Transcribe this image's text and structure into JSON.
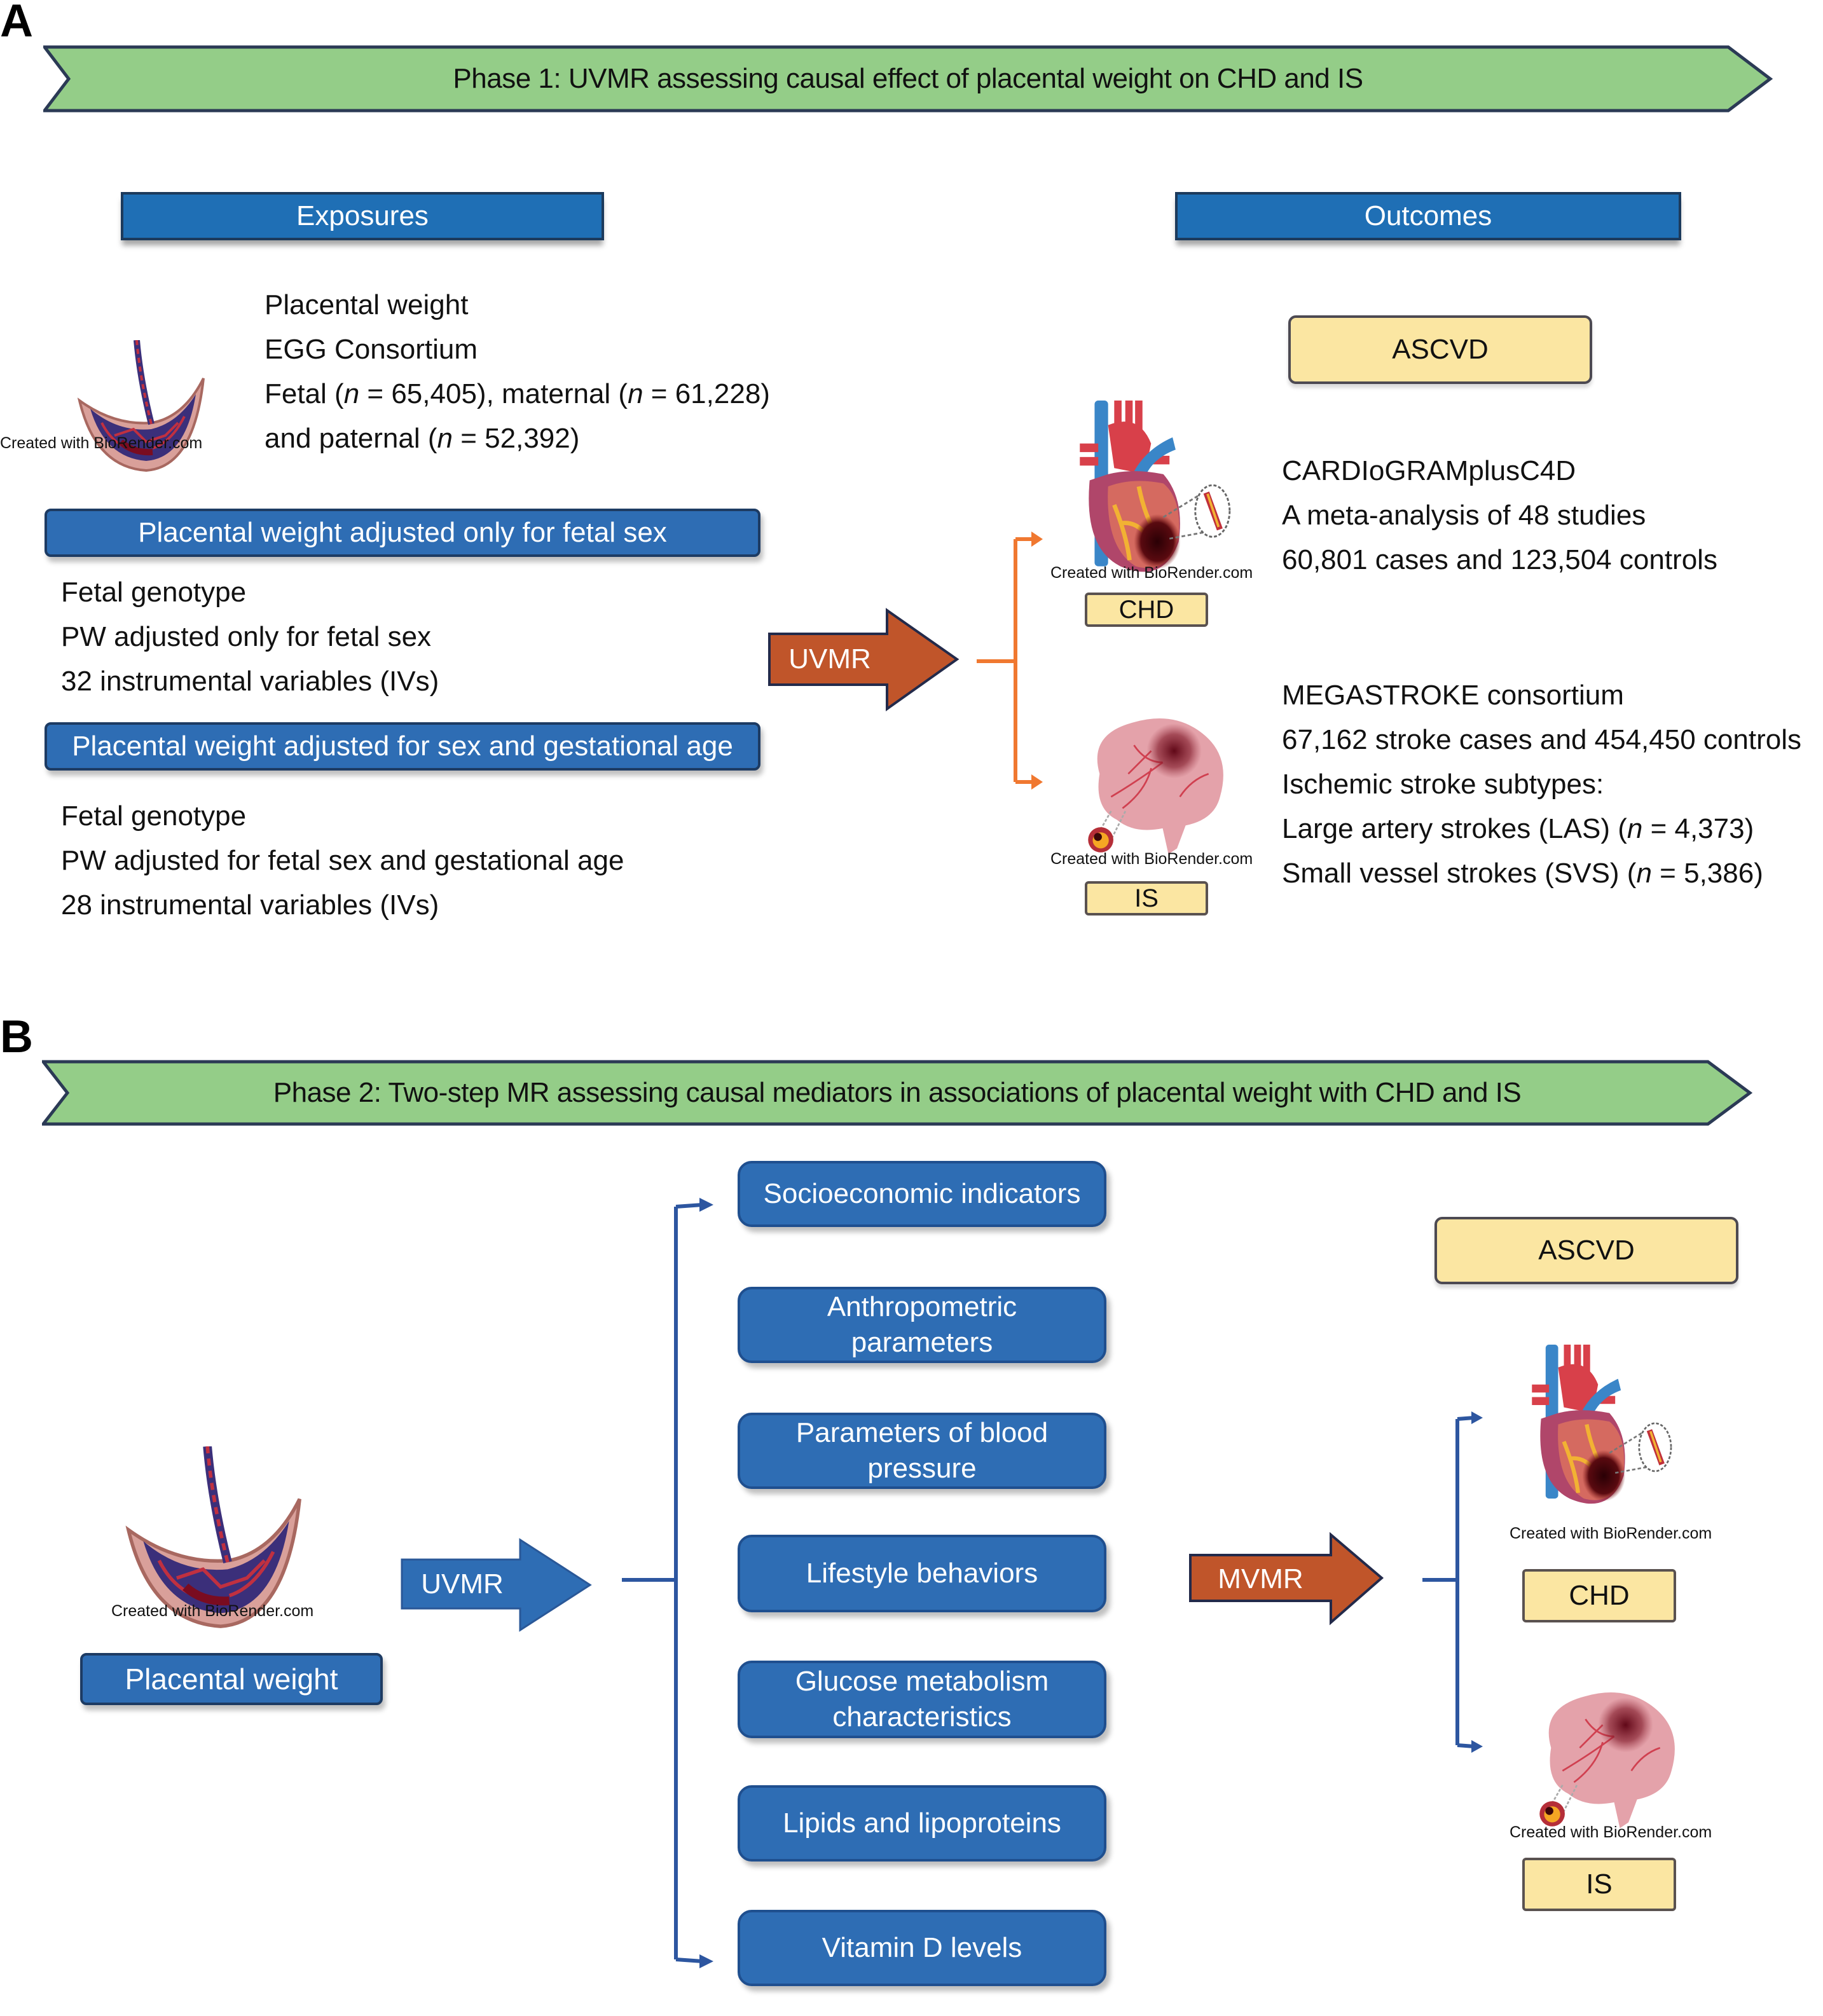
{
  "colors": {
    "banner_green": "#94cd88",
    "banner_border": "#2b3a55",
    "header_blue": "#1f6fb5",
    "box_blue": "#2e6db4",
    "arrow_orange": "#c0552a",
    "connector_orange": "#f07830",
    "connector_blue": "#2d56a0",
    "outcome_yellow": "#fbe6a2"
  },
  "panel_a": {
    "letter": "A",
    "banner": "Phase 1: UVMR assessing causal effect of placental weight on CHD and IS",
    "exposures_header": "Exposures",
    "outcomes_header": "Outcomes",
    "placenta_icon": "placenta-icon",
    "placenta_credit": "Created with BioRender.com",
    "exposure_lines": [
      "Placental weight",
      "EGG Consortium"
    ],
    "exposure_line3": {
      "pre": "Fetal (",
      "n1": "n",
      "mid1": " = 65,405), maternal (",
      "n2": "n",
      "post": " = 61,228)"
    },
    "exposure_line4": {
      "pre": "and paternal (",
      "n": "n",
      "post": " = 52,392)"
    },
    "subgroup1": {
      "title": "Placental weight adjusted only for fetal sex",
      "lines": [
        "Fetal genotype",
        "PW adjusted only for fetal sex",
        "32 instrumental variables (IVs)"
      ]
    },
    "subgroup2": {
      "title": "Placental weight adjusted for sex and gestational age",
      "lines": [
        "Fetal genotype",
        "PW adjusted for fetal sex and gestational age",
        "28 instrumental variables (IVs)"
      ]
    },
    "method_arrow": "UVMR",
    "outcome_group": "ASCVD",
    "chd": {
      "label": "CHD",
      "icon": "heart-icon",
      "credit": "Created with BioRender.com",
      "lines": [
        "CARDIoGRAMplusC4D",
        "A meta-analysis of 48 studies",
        "60,801 cases and 123,504 controls"
      ]
    },
    "is": {
      "label": "IS",
      "icon": "brain-icon",
      "credit": "Created with BioRender.com",
      "lines": [
        "MEGASTROKE consortium",
        "67,162 stroke cases and 454,450 controls",
        "Ischemic stroke subtypes:"
      ],
      "las": {
        "pre": "Large artery strokes (LAS) (",
        "n": "n",
        "post": " = 4,373)"
      },
      "svs": {
        "pre": "Small vessel strokes (SVS) (",
        "n": "n",
        "post": " = 5,386)"
      }
    }
  },
  "panel_b": {
    "letter": "B",
    "banner": "Phase 2: Two-step MR assessing causal mediators in associations of placental weight with CHD and IS",
    "placenta_icon": "placenta-icon",
    "placenta_credit": "Created with BioRender.com",
    "exposure_label": "Placental weight",
    "uvmr_arrow": "UVMR",
    "mvmr_arrow": "MVMR",
    "mediators": [
      "Socioeconomic indicators",
      "Anthropometric parameters",
      "Parameters of blood pressure",
      "Lifestyle behaviors",
      "Glucose metabolism characteristics",
      "Lipids and lipoproteins",
      "Vitamin D levels"
    ],
    "outcome_group": "ASCVD",
    "chd": {
      "label": "CHD",
      "icon": "heart-icon",
      "credit": "Created with BioRender.com"
    },
    "is": {
      "label": "IS",
      "icon": "brain-icon",
      "credit": "Created with BioRender.com"
    }
  }
}
